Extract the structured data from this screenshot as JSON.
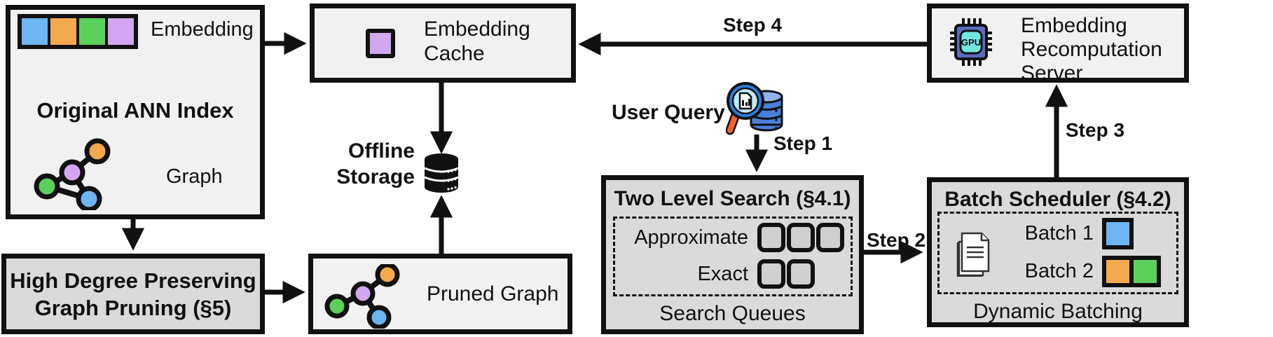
{
  "boxes": {
    "original_ann": {
      "title": "Original ANN Index",
      "embedding_label": "Embedding",
      "graph_label": "Graph"
    },
    "graph_pruning": {
      "line1": "High Degree Preserving",
      "line2": "Graph Pruning (§5)"
    },
    "embedding_cache": {
      "label": "Embedding Cache"
    },
    "offline_storage": {
      "line1": "Offline",
      "line2": "Storage"
    },
    "pruned_graph": {
      "label": "Pruned Graph"
    },
    "user_query": {
      "label": "User Query"
    },
    "two_level_search": {
      "title": "Two Level Search (§4.1)",
      "approximate_label": "Approximate",
      "exact_label": "Exact",
      "approximate_queue_count": 3,
      "exact_queue_count": 2,
      "footer": "Search Queues"
    },
    "batch_scheduler": {
      "title": "Batch Scheduler (§4.2)",
      "batch1_label": "Batch 1",
      "batch2_label": "Batch 2",
      "footer": "Dynamic Batching"
    },
    "recomputation_server": {
      "line1": "Embedding",
      "line2": "Recomputation",
      "line3": "Server",
      "gpu_text": "GPU"
    }
  },
  "steps": {
    "step1": "Step 1",
    "step2": "Step 2",
    "step3": "Step 3",
    "step4": "Step 4"
  },
  "colors": {
    "blue": "#6db6f2",
    "orange": "#f5a94f",
    "green": "#5bd15b",
    "purple": "#d2a7f0",
    "light_box": "#f1f1f1",
    "dark_box": "#dadada",
    "queue_gray": "#cfcfcf",
    "chip_body": "#5b6cc0",
    "chip_core": "#70e8e0",
    "db_blue": "#4a80d9",
    "db_blue_top": "#8fb4ee",
    "lens_cyan": "#bfe9f7",
    "magnifier_rim": "#2a7ede",
    "handle_orange": "#f2622e"
  }
}
